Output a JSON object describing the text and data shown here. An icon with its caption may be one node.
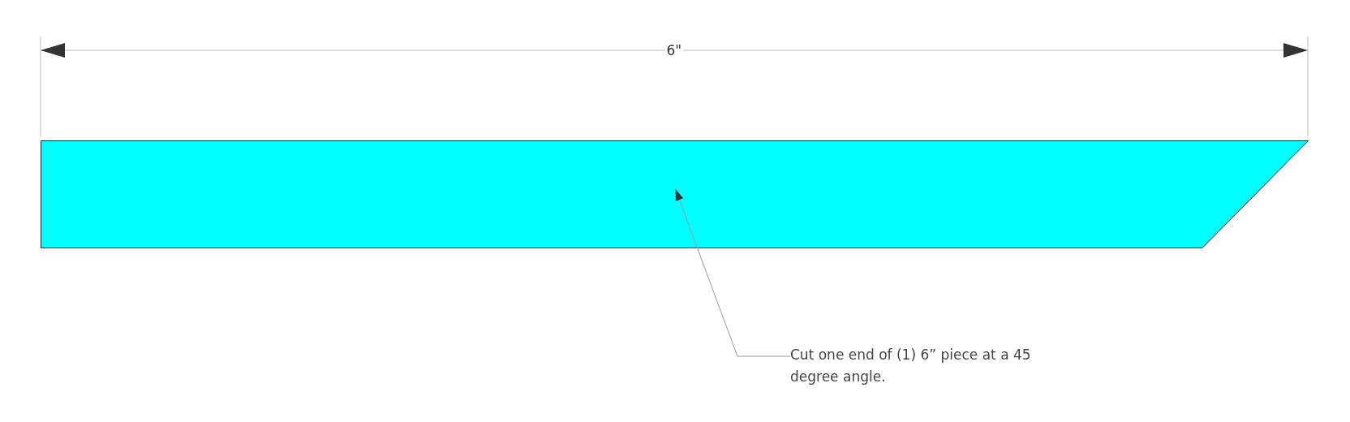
{
  "diagram": {
    "nodes": [
      {
        "text": [
          "Cut one end of (1) 6” piece at a 45 degree angle."
        ]
      },
      {
        "text": [],
        "shape": "bar"
      }
    ],
    "edges": [
      {
        "from": 0,
        "to": 1,
        "arrow": "to"
      }
    ],
    "labels": [
      "6\""
    ]
  }
}
